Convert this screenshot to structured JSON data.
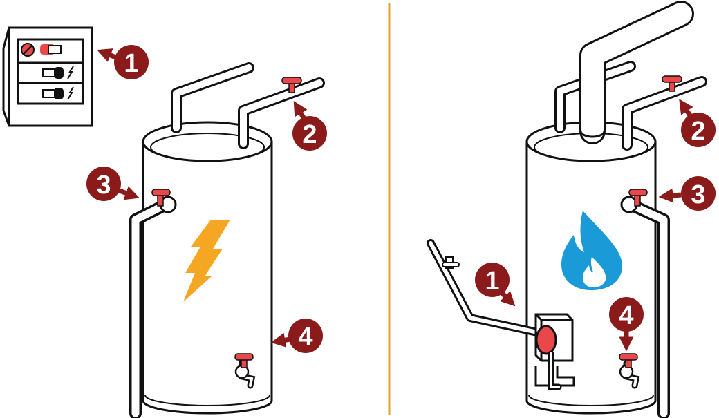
{
  "colors": {
    "accent_red": "#8B1A1A",
    "valve_red": "#E8484A",
    "divider": "#E8A033",
    "lightning": "#F5A623",
    "flame": "#1A9AD6",
    "outline": "#111111"
  },
  "panel_electric": {
    "breaker_box": {
      "icon": "breaker-box-icon"
    },
    "callouts": [
      {
        "label": "1",
        "icon": "arrow-left-icon"
      },
      {
        "label": "2",
        "icon": "arrow-up-left-icon"
      },
      {
        "label": "3",
        "icon": "arrow-right-icon"
      },
      {
        "label": "4",
        "icon": "arrow-left-icon"
      }
    ],
    "symbol_icon": "lightning-bolt-icon"
  },
  "panel_gas": {
    "callouts": [
      {
        "label": "1",
        "icon": "arrow-down-right-icon"
      },
      {
        "label": "2",
        "icon": "arrow-up-left-icon"
      },
      {
        "label": "3",
        "icon": "arrow-left-icon"
      },
      {
        "label": "4",
        "icon": "arrow-down-icon"
      }
    ],
    "symbol_icon": "flame-icon"
  }
}
